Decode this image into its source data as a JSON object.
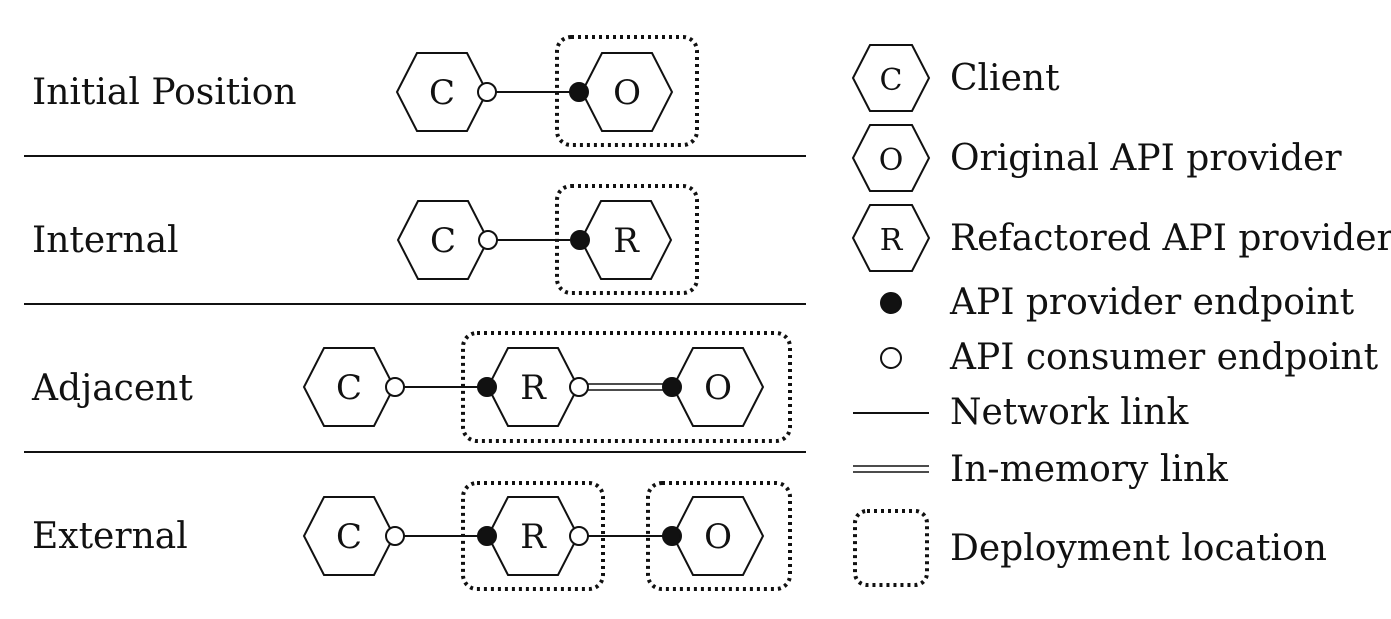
{
  "rows": [
    {
      "id": "initial",
      "label": "Initial Position"
    },
    {
      "id": "internal",
      "label": "Internal"
    },
    {
      "id": "adjacent",
      "label": "Adjacent"
    },
    {
      "id": "external",
      "label": "External"
    }
  ],
  "nodes": {
    "client": "C",
    "original": "O",
    "refactored": "R"
  },
  "legend": {
    "client": "Client",
    "original": "Original API provider",
    "refactored": "Refactored API provider",
    "provider_endpoint": "API provider endpoint",
    "consumer_endpoint": "API consumer endpoint",
    "network_link": "Network link",
    "in_memory_link": "In-memory link",
    "deployment_location": "Deployment location"
  }
}
